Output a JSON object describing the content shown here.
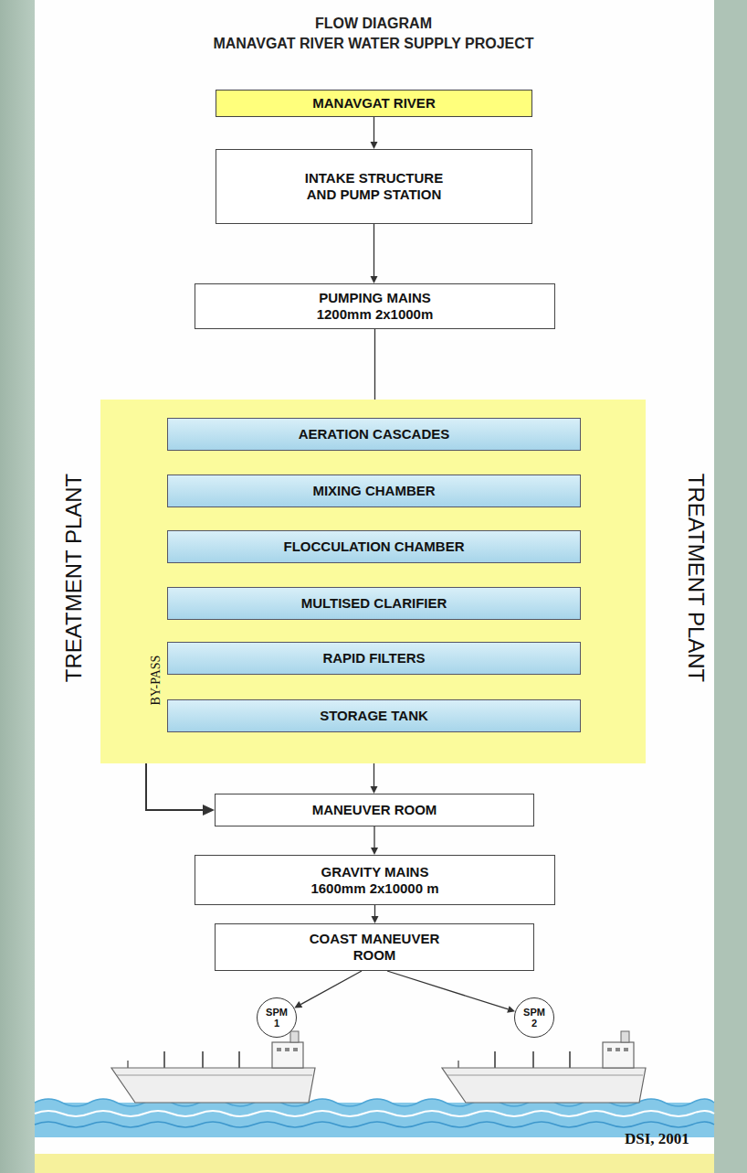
{
  "diagram": {
    "title": "FLOW DIAGRAM",
    "nodes": [
      {
        "text": [
          "MANAVGAT RIVER"
        ]
      },
      {
        "text": [
          "INTAKE STRUCTURE AND PUMP STATION"
        ]
      },
      {
        "text": [
          "PUMPING MAINS",
          "1200mm 2x1000m"
        ]
      },
      {
        "text": [
          "TREATMENT PLANT",
          "TREATMENT PLANT"
        ]
      },
      {
        "text": [
          "AERATION CASCADES"
        ],
        "in": 3
      },
      {
        "text": [
          "MIXING CHAMBER"
        ],
        "in": 3
      },
      {
        "text": [
          "FLOCCULATION CHAMBER"
        ],
        "in": 3
      },
      {
        "text": [
          "MULTISED CLARIFIER"
        ],
        "in": 3
      },
      {
        "text": [
          "RAPID FILTERS"
        ],
        "in": 3
      },
      {
        "text": [
          "STORAGE TANK"
        ],
        "in": 3
      },
      {
        "text": [
          "MANEUVER ROOM"
        ]
      },
      {
        "text": [
          "GRAVITY MAINS",
          "1600mm 2x10000 m"
        ]
      },
      {
        "text": [
          "COAST MANEUVER ROOM"
        ]
      },
      {
        "text": [
          "SPM 1"
        ]
      },
      {
        "text": [
          "SPM 2"
        ]
      }
    ],
    "edges": [
      {
        "from": 0,
        "to": 1,
        "arrow": "to"
      },
      {
        "from": 1,
        "to": 2,
        "arrow": "to"
      },
      {
        "from": 2,
        "to": 4,
        "arrow": "to"
      },
      {
        "from": 4,
        "to": 5,
        "arrow": "to"
      },
      {
        "from": 5,
        "to": 6,
        "arrow": "to"
      },
      {
        "from": 6,
        "to": 7,
        "arrow": "to"
      },
      {
        "from": 7,
        "to": 8,
        "arrow": "to"
      },
      {
        "from": 8,
        "to": 9,
        "arrow": "to"
      },
      {
        "from": 9,
        "to": 10,
        "arrow": "to"
      },
      {
        "from": 4,
        "to": 10,
        "label": "BY-PASS",
        "arrow": "to"
      },
      {
        "from": 10,
        "to": 11,
        "arrow": "to"
      },
      {
        "from": 11,
        "to": 12,
        "arrow": "to"
      },
      {
        "from": 12,
        "to": 13,
        "arrow": "to"
      },
      {
        "from": 12,
        "to": 14,
        "arrow": "to"
      }
    ],
    "labels": [
      "MANAVGAT RIVER WATER SUPPLY PROJECT",
      "DSI, 2001"
    ]
  }
}
